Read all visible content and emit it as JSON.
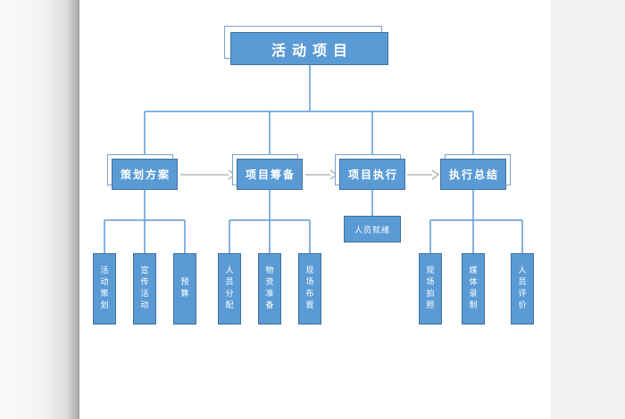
{
  "diagram": {
    "root": {
      "label": "活动项目"
    },
    "stages": [
      {
        "label": "策划方案",
        "children": [
          {
            "label": "活动策划"
          },
          {
            "label": "宣传活动"
          },
          {
            "label": "预算"
          }
        ]
      },
      {
        "label": "项目筹备",
        "children": [
          {
            "label": "人员分配"
          },
          {
            "label": "物资准备"
          },
          {
            "label": "现场布置"
          }
        ]
      },
      {
        "label": "项目执行",
        "children": [
          {
            "label": "人员就绪"
          }
        ]
      },
      {
        "label": "执行总结",
        "children": [
          {
            "label": "现场拍照"
          },
          {
            "label": "媒体录制"
          },
          {
            "label": "人员评价"
          }
        ]
      }
    ],
    "colors": {
      "node_fill": "#5b9bd5",
      "node_border": "#41719c",
      "connector": "#5b9bd5",
      "arrow": "#a6a6a6",
      "page_background": "#ffffff",
      "margin_background": "#f1f1f1"
    }
  }
}
